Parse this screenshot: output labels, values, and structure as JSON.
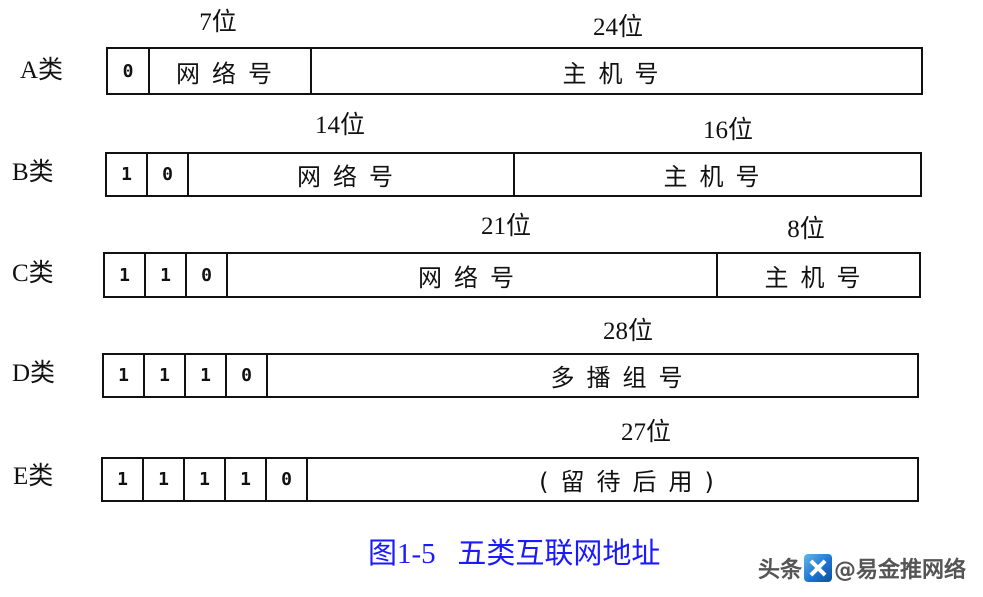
{
  "figure": {
    "caption": "图1-5   五类互联网地址",
    "caption_color": "#1a1aff",
    "watermark": {
      "prefix": "头条",
      "logo_icon": "blue-x-logo-icon",
      "suffix": "@易金推网络"
    }
  },
  "rows": [
    {
      "label": "A类",
      "bits": [
        "0"
      ],
      "bit_width_label_network": "7位",
      "bit_width_label_host": "24位",
      "fields": [
        {
          "name": "网络号",
          "bits": 7
        },
        {
          "name": "主机号",
          "bits": 24
        }
      ]
    },
    {
      "label": "B类",
      "bits": [
        "1",
        "0"
      ],
      "bit_width_label_network": "14位",
      "bit_width_label_host": "16位",
      "fields": [
        {
          "name": "网络号",
          "bits": 14
        },
        {
          "name": "主机号",
          "bits": 16
        }
      ]
    },
    {
      "label": "C类",
      "bits": [
        "1",
        "1",
        "0"
      ],
      "bit_width_label_network": "21位",
      "bit_width_label_host": "8位",
      "fields": [
        {
          "name": "网络号",
          "bits": 21
        },
        {
          "name": "主机号",
          "bits": 8
        }
      ]
    },
    {
      "label": "D类",
      "bits": [
        "1",
        "1",
        "1",
        "0"
      ],
      "bit_width_label_network": "28位",
      "fields": [
        {
          "name": "多播组号",
          "bits": 28
        }
      ]
    },
    {
      "label": "E类",
      "bits": [
        "1",
        "1",
        "1",
        "1",
        "0"
      ],
      "bit_width_label_network": "27位",
      "fields": [
        {
          "name": "(留待后用)",
          "bits": 27
        }
      ]
    }
  ]
}
